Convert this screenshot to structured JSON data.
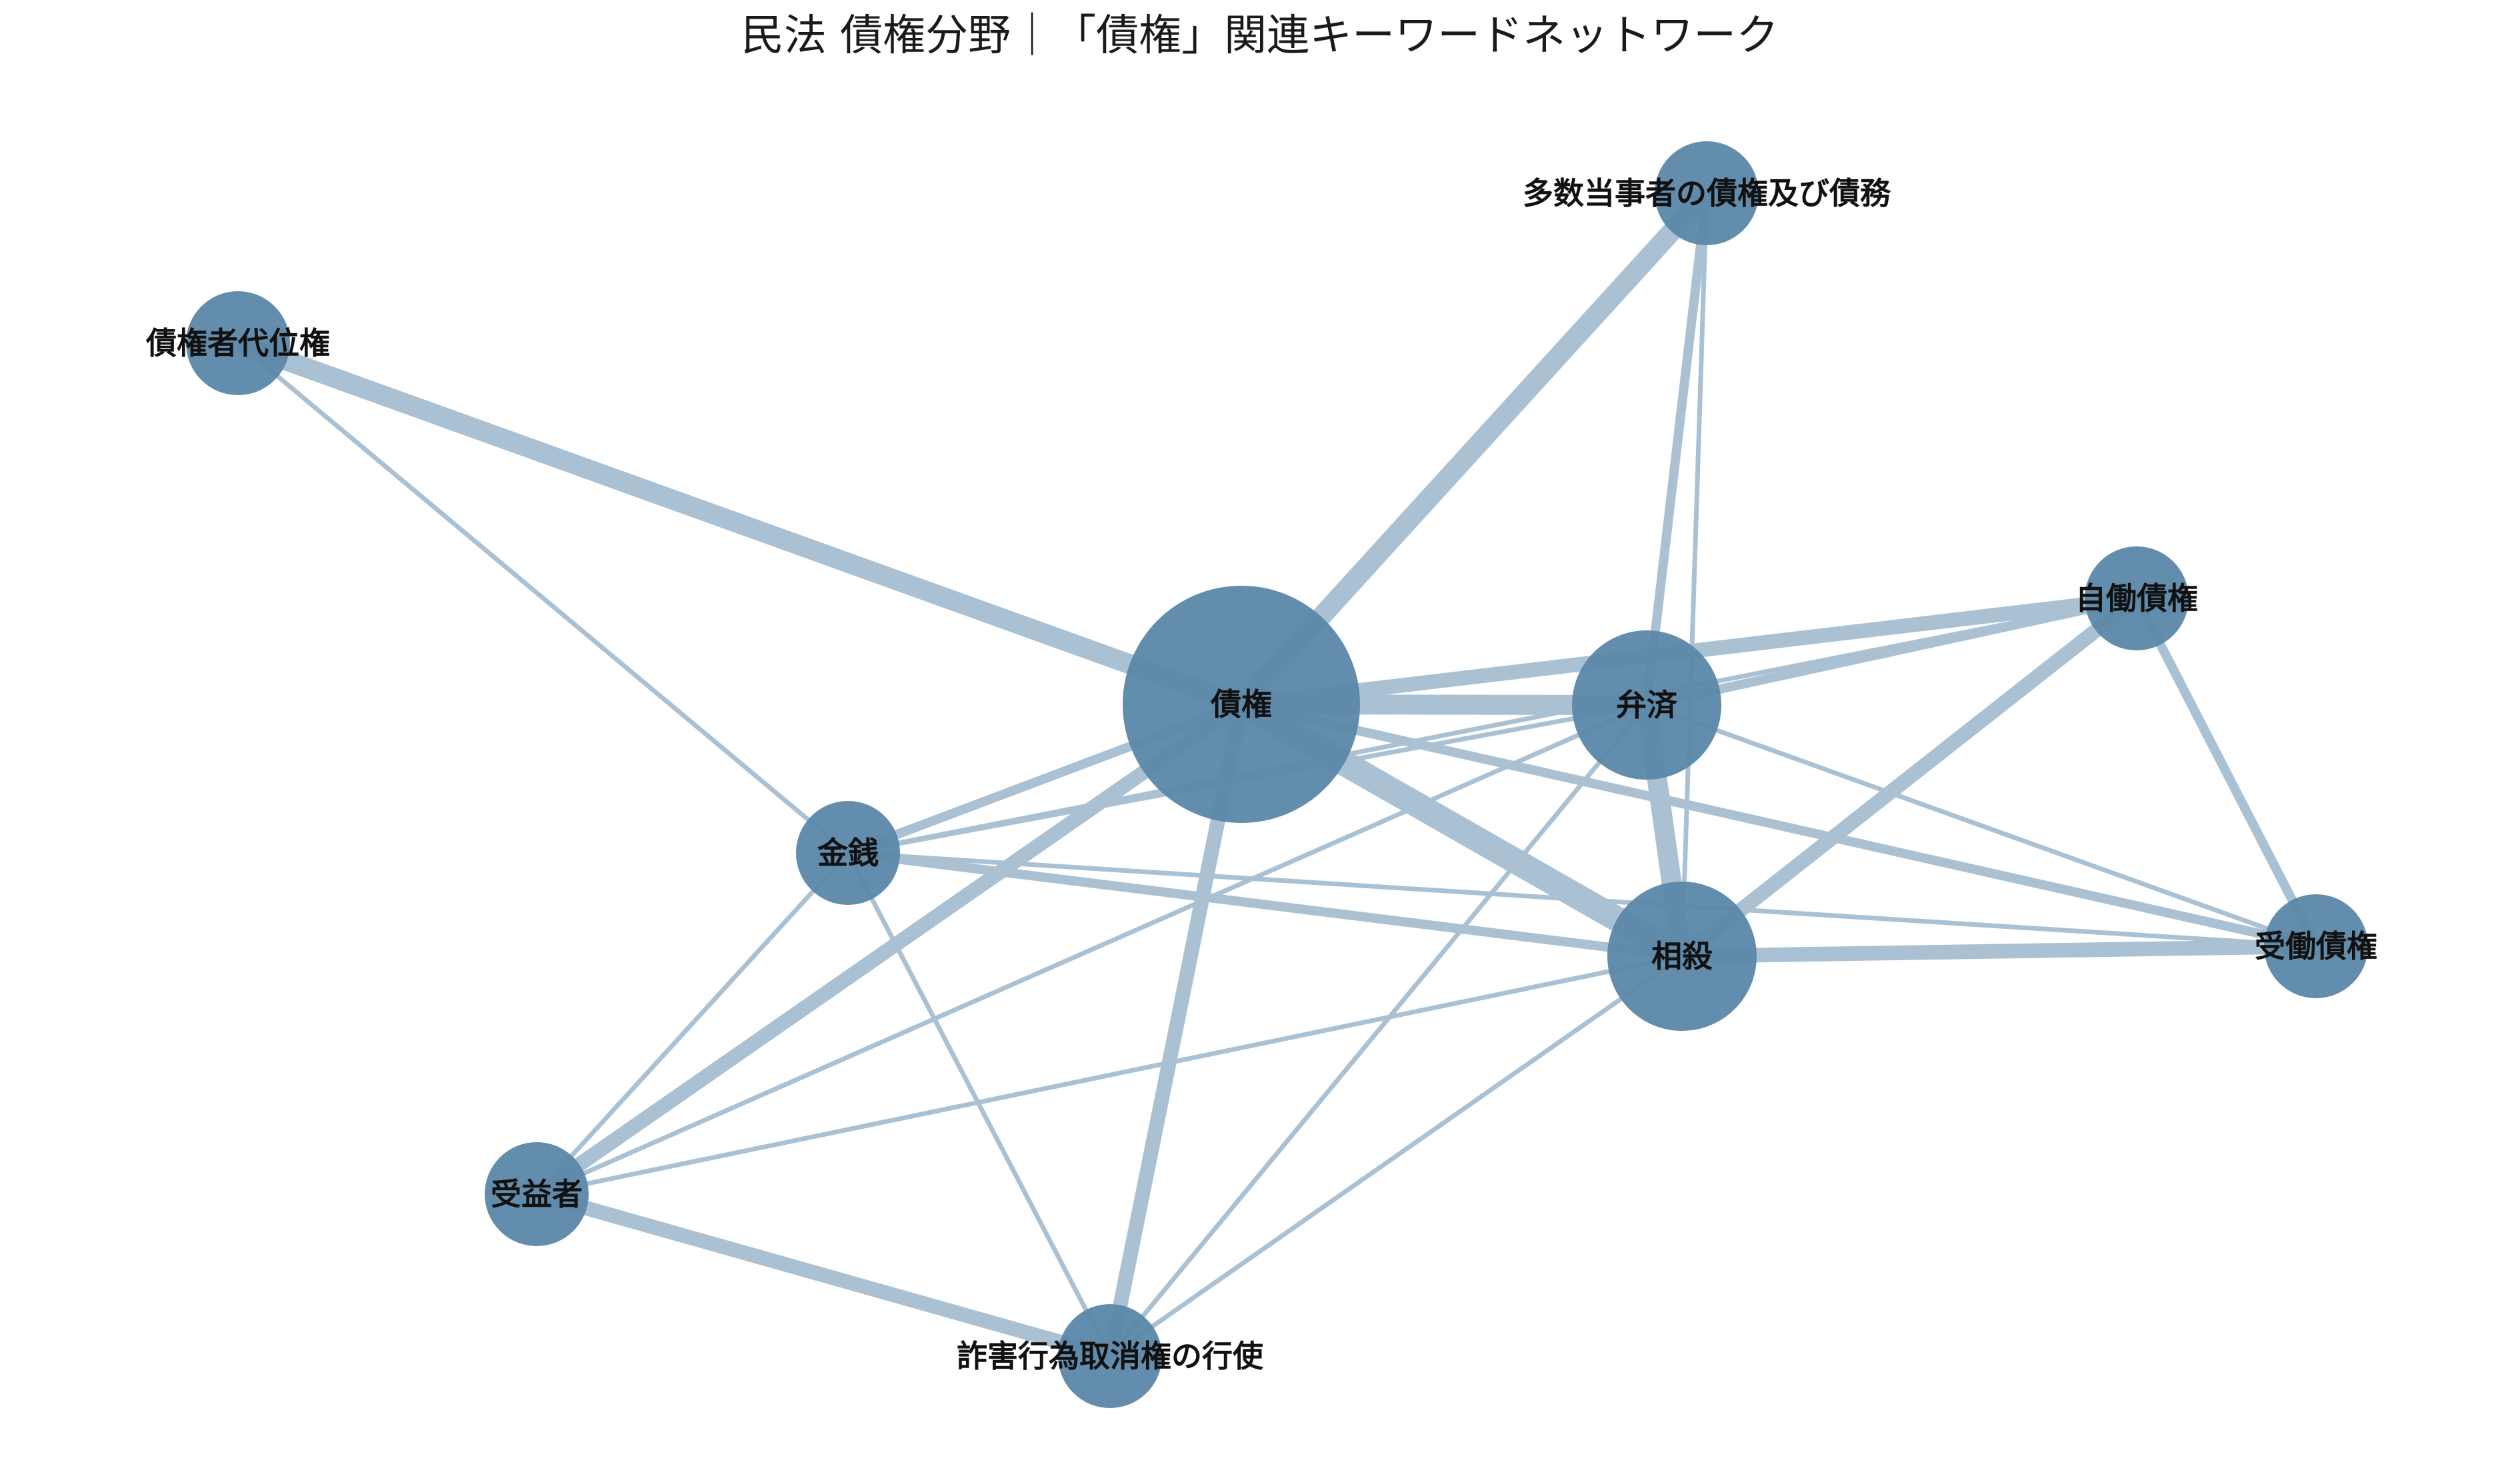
{
  "title": "民法 債権分野｜「債権」関連キーワードネットワーク",
  "colors": {
    "node": "#5b87a8",
    "edge": "#a9c1d3",
    "label": "#111111",
    "background": "#ffffff"
  },
  "nodes": [
    {
      "id": "saiken",
      "label": "債権",
      "degree": 9,
      "size": 3
    },
    {
      "id": "bensai",
      "label": "弁済",
      "degree": 8,
      "size": 2
    },
    {
      "id": "sosai",
      "label": "相殺",
      "degree": 8,
      "size": 2
    },
    {
      "id": "tasu",
      "label": "多数当事者の債権及び債務",
      "degree": 3,
      "size": 1
    },
    {
      "id": "daii",
      "label": "債権者代位権",
      "degree": 2,
      "size": 1
    },
    {
      "id": "jido",
      "label": "自働債権",
      "degree": 5,
      "size": 1
    },
    {
      "id": "kinsen",
      "label": "金銭",
      "degree": 7,
      "size": 1
    },
    {
      "id": "judo",
      "label": "受働債権",
      "degree": 6,
      "size": 1
    },
    {
      "id": "juekisha",
      "label": "受益者",
      "degree": 6,
      "size": 1
    },
    {
      "id": "sagai",
      "label": "詐害行為取消権の行使",
      "degree": 6,
      "size": 1
    }
  ],
  "edges": [
    {
      "source": "saiken",
      "target": "daii",
      "weight": 4
    },
    {
      "source": "saiken",
      "target": "tasu",
      "weight": 4
    },
    {
      "source": "saiken",
      "target": "bensai",
      "weight": 4
    },
    {
      "source": "saiken",
      "target": "jido",
      "weight": 3
    },
    {
      "source": "saiken",
      "target": "sosai",
      "weight": 5
    },
    {
      "source": "saiken",
      "target": "judo",
      "weight": 2
    },
    {
      "source": "saiken",
      "target": "kinsen",
      "weight": 2
    },
    {
      "source": "saiken",
      "target": "juekisha",
      "weight": 3
    },
    {
      "source": "saiken",
      "target": "sagai",
      "weight": 3
    },
    {
      "source": "daii",
      "target": "kinsen",
      "weight": 1
    },
    {
      "source": "tasu",
      "target": "bensai",
      "weight": 2
    },
    {
      "source": "tasu",
      "target": "sosai",
      "weight": 1
    },
    {
      "source": "bensai",
      "target": "sosai",
      "weight": 4
    },
    {
      "source": "bensai",
      "target": "jido",
      "weight": 2
    },
    {
      "source": "bensai",
      "target": "judo",
      "weight": 1
    },
    {
      "source": "bensai",
      "target": "kinsen",
      "weight": 1
    },
    {
      "source": "bensai",
      "target": "juekisha",
      "weight": 1
    },
    {
      "source": "bensai",
      "target": "sagai",
      "weight": 1
    },
    {
      "source": "sosai",
      "target": "jido",
      "weight": 3
    },
    {
      "source": "sosai",
      "target": "judo",
      "weight": 3
    },
    {
      "source": "sosai",
      "target": "kinsen",
      "weight": 2
    },
    {
      "source": "sosai",
      "target": "juekisha",
      "weight": 1
    },
    {
      "source": "sosai",
      "target": "sagai",
      "weight": 1
    },
    {
      "source": "jido",
      "target": "judo",
      "weight": 2
    },
    {
      "source": "jido",
      "target": "kinsen",
      "weight": 1
    },
    {
      "source": "kinsen",
      "target": "judo",
      "weight": 1
    },
    {
      "source": "kinsen",
      "target": "juekisha",
      "weight": 1
    },
    {
      "source": "kinsen",
      "target": "sagai",
      "weight": 1
    },
    {
      "source": "juekisha",
      "target": "sagai",
      "weight": 3
    }
  ]
}
